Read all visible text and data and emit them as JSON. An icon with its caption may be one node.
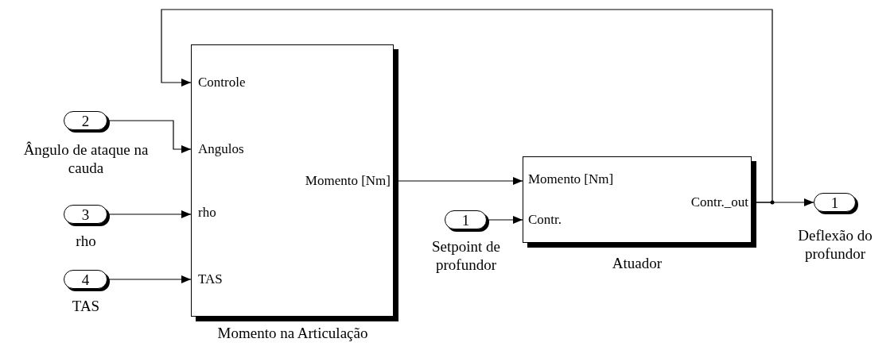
{
  "diagram": {
    "nodes": [
      {
        "text": [
          "2"
        ],
        "beside": [
          "Ângulo de ataque na cauda"
        ]
      },
      {
        "text": [
          "3"
        ],
        "beside": [
          "rho"
        ]
      },
      {
        "text": [
          "4"
        ],
        "beside": [
          "TAS"
        ]
      },
      {
        "text": [
          "Controle",
          "Angulos",
          "rho",
          "TAS",
          "Momento [Nm]"
        ],
        "beside": [
          "Momento na Articulação"
        ]
      },
      {
        "text": [
          "1"
        ],
        "beside": [
          "Setpoint de profundor"
        ]
      },
      {
        "text": [
          "Momento [Nm]",
          "Contr.",
          "Contr._out"
        ],
        "beside": [
          "Atuador"
        ]
      },
      {
        "text": [
          "1"
        ],
        "beside": [
          "Deflexão do profundor"
        ]
      }
    ],
    "edges": [
      {
        "from": 0,
        "to": 3,
        "arrow": "to"
      },
      {
        "from": 1,
        "to": 3,
        "arrow": "to"
      },
      {
        "from": 2,
        "to": 3,
        "arrow": "to"
      },
      {
        "from": 3,
        "to": 5,
        "arrow": "to"
      },
      {
        "from": 4,
        "to": 5,
        "arrow": "to"
      },
      {
        "from": 5,
        "to": 6,
        "arrow": "to"
      },
      {
        "from": 5,
        "to": 3,
        "arrow": "to"
      }
    ]
  }
}
